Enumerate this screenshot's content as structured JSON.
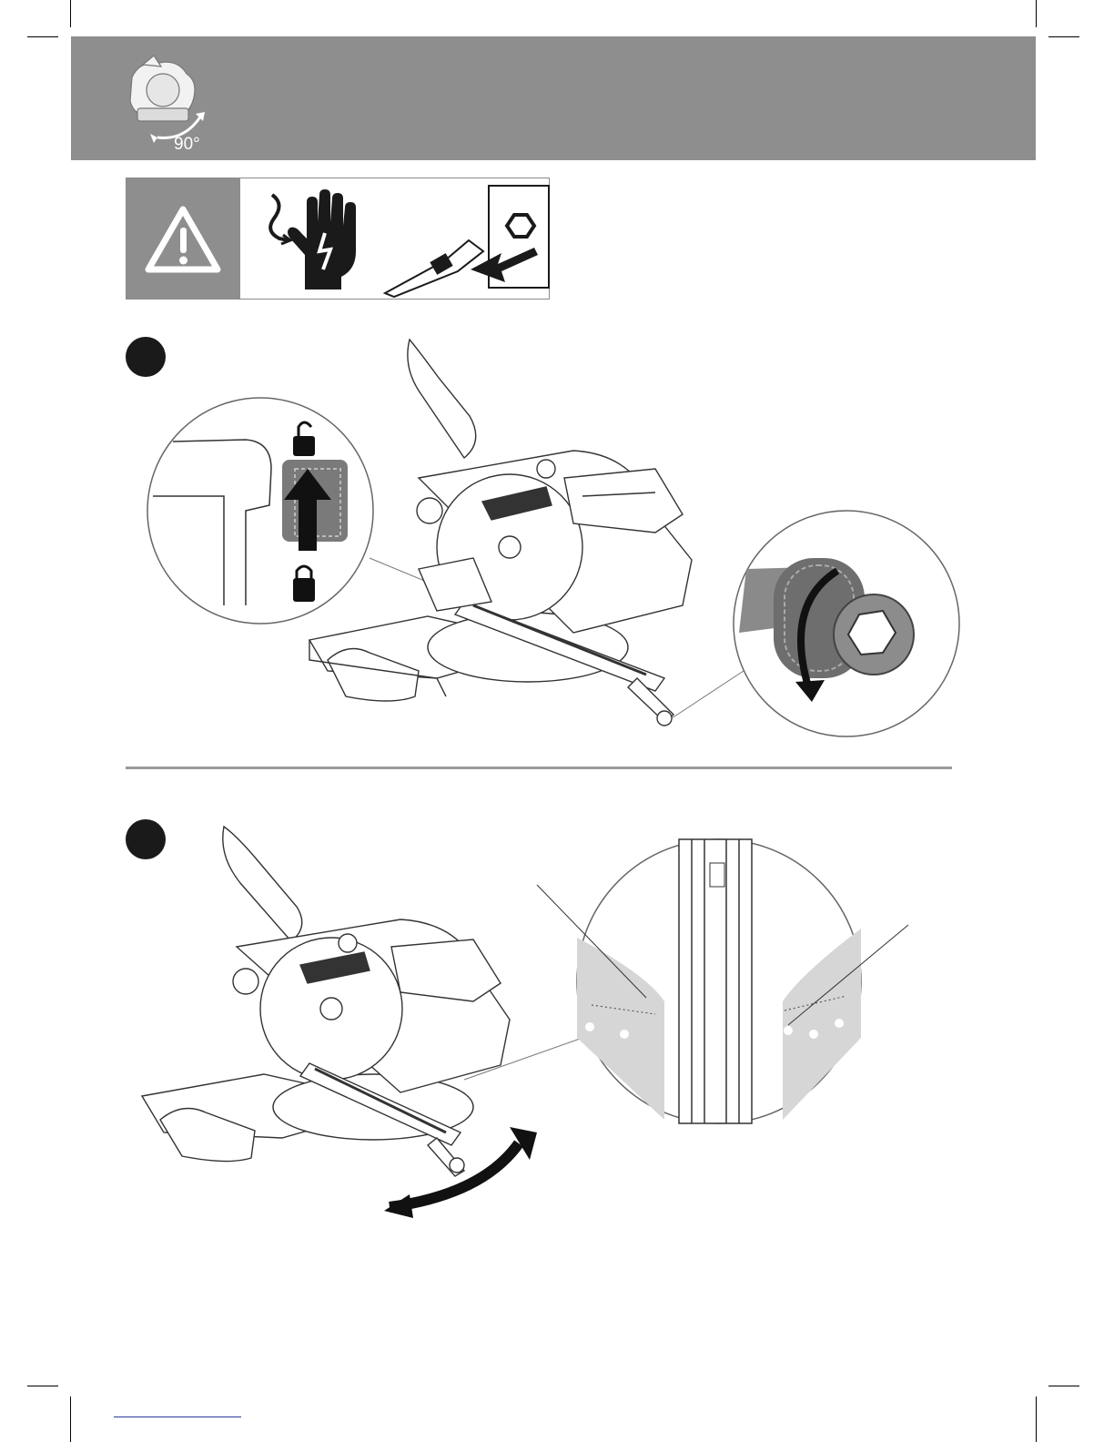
{
  "header": {
    "angle_label": "90°",
    "icon": "miter-saw-rotate-icon",
    "background_color": "#8e8e8e"
  },
  "warning": {
    "icons": [
      "warning-triangle-icon",
      "electric-shock-hand-icon",
      "unplug-icon"
    ]
  },
  "steps": [
    {
      "icon": "step-bullet",
      "illustration": "miter-saw-unlock-knob"
    },
    {
      "icon": "step-bullet",
      "illustration": "miter-saw-rotate-table-scale"
    }
  ]
}
